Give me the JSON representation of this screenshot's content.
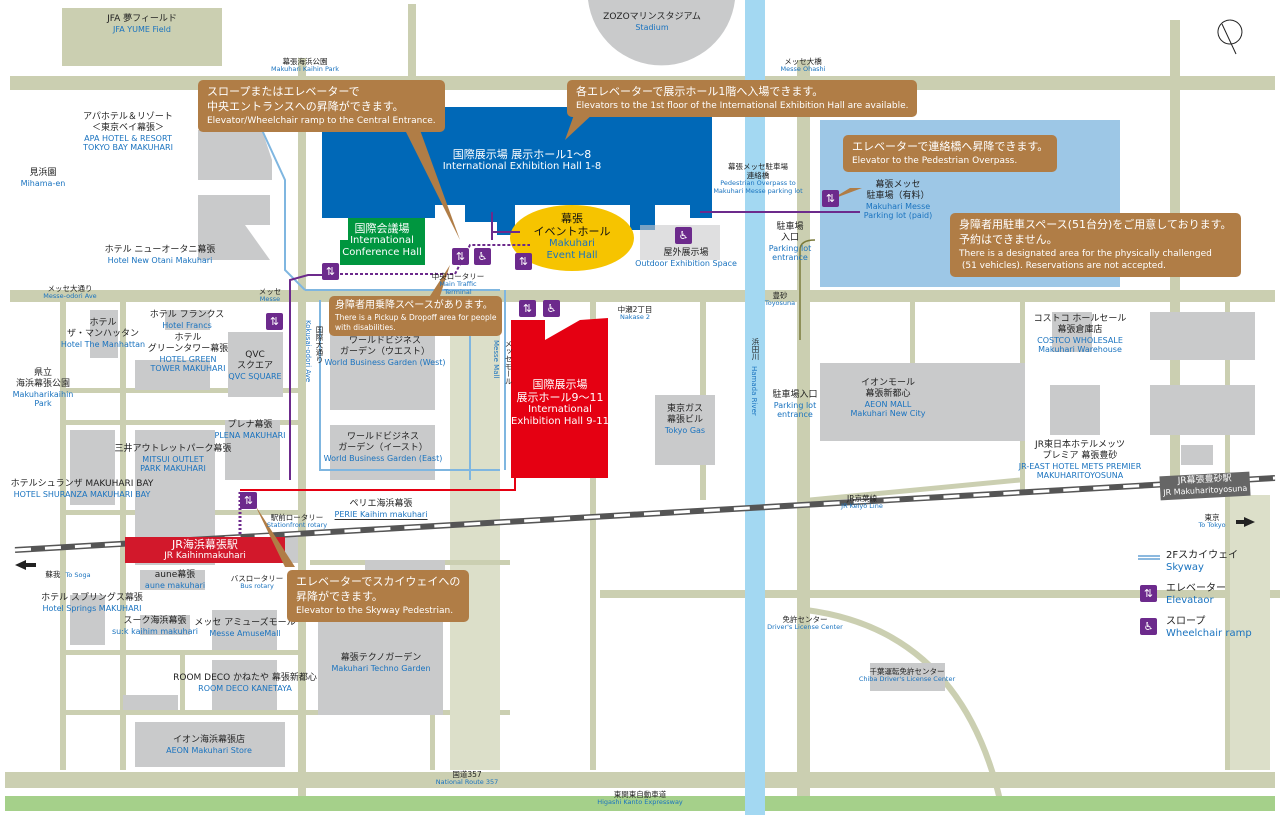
{
  "places": [
    {
      "jp": "JFA 夢フィールド",
      "en": "JFA YUME Field"
    },
    {
      "jp": "ZOZOマリンスタジアム",
      "en": "Stadium"
    },
    {
      "jp": "幕張海浜公園",
      "en": "Makuhari Kaihin Park"
    },
    {
      "jp": "メッセ大橋",
      "en": "Messe Ohashi"
    },
    {
      "jp": "アパホテル＆リゾート\n＜東京ベイ幕張＞",
      "en": "APA HOTEL & RESORT\nTOKYO BAY MAKUHARI"
    },
    {
      "jp": "見浜園",
      "en": "Mihama-en"
    },
    {
      "jp": "ホテル ニューオータニ幕張",
      "en": "Hotel New Otani Makuhari"
    },
    {
      "jp": "メッセ大通り",
      "en": "Messe-odori Ave"
    },
    {
      "jp": "メッセ",
      "en": "Messe"
    },
    {
      "jp": "ホテル\nザ・マンハッタン",
      "en": "Hotel The Manhattan"
    },
    {
      "jp": "ホテル フランクス",
      "en": "Hotel Francs"
    },
    {
      "jp": "ホテル\nグリーンタワー幕張",
      "en": "HOTEL GREEN\nTOWER MAKUHARI"
    },
    {
      "jp": "QVC\nスクエア",
      "en": "QVC SQUARE"
    },
    {
      "jp": "国際大通り",
      "en": "Kokusai-odori Ave"
    },
    {
      "jp": "ワールドビジネス\nガーデン（ウエスト）",
      "en": "World Business Garden (West)"
    },
    {
      "jp": "県立\n海浜幕張公園",
      "en": "Makuharikaihin\nPark"
    },
    {
      "jp": "プレナ幕張",
      "en": "PLENA MAKUHARI"
    },
    {
      "jp": "三井アウトレットパーク幕張",
      "en": "MITSUI OUTLET\nPARK MAKUHARI"
    },
    {
      "jp": "ワールドビジネス\nガーデン（イースト）",
      "en": "World Business Garden (East)"
    },
    {
      "jp": "ホテルシュランザ MAKUHARI BAY",
      "en": "HOTEL SHURANZA MAKUHARI BAY"
    },
    {
      "jp": "メッセモール",
      "en": "Messe Mall"
    },
    {
      "jp": "中央ロータリー",
      "en": "Main Traffic\nTerminal"
    },
    {
      "jp": "中瀬2丁目",
      "en": "Nakase 2"
    },
    {
      "jp": "屋外展示場",
      "en": "Outdoor Exhibition Space"
    },
    {
      "jp": "幕張メッセ駐車場\n連絡橋",
      "en": "Pedestrian Overpass to\nMakuhari Messe parking lot"
    },
    {
      "jp": "幕張メッセ\n駐車場（有料）",
      "en": "Makuhari Messe\nParking lot (paid)"
    },
    {
      "jp": "駐車場\n入口",
      "en": "Parking lot\nentrance"
    },
    {
      "jp": "豊砂",
      "en": "Toyosuna"
    },
    {
      "jp": "東京ガス\n幕張ビル",
      "en": "Tokyo Gas"
    },
    {
      "jp": "浜田川",
      "en": "Hamada River"
    },
    {
      "jp": "駐車場入口",
      "en": "Parking lot\nentrance"
    },
    {
      "jp": "イオンモール\n幕張新都心",
      "en": "AEON MALL\nMakuhari New City"
    },
    {
      "jp": "コストコ ホールセール\n幕張倉庫店",
      "en": "COSTCO WHOLESALE\nMakuhari Warehouse"
    },
    {
      "jp": "JR東日本ホテルメッツ\nプレミア 幕張豊砂",
      "en": "JR-EAST HOTEL METS PREMIER\nMAKUHARITOYOSUNA"
    },
    {
      "jp": "JR京葉線",
      "en": "JR Keiyō Line"
    },
    {
      "jp": "東京",
      "en": "To Tokyo"
    },
    {
      "jp": "ペリエ海浜幕張",
      "en": "PERIE Kaihim makuhari"
    },
    {
      "jp": "駅前ロータリー",
      "en": "Stationfront rotary"
    },
    {
      "jp": "蘇我",
      "en": "To Soga"
    },
    {
      "jp": "aune幕張",
      "en": "aune makuhari"
    },
    {
      "jp": "バスロータリー",
      "en": "Bus rotary"
    },
    {
      "jp": "ホテル スプリングス幕張",
      "en": "Hotel Springs MAKUHARI"
    },
    {
      "jp": "スーク海浜幕張",
      "en": "su:k kaihim makuhari"
    },
    {
      "jp": "メッセ アミューズモール",
      "en": "Messe AmuseMall"
    },
    {
      "jp": "幕張テクノガーデン",
      "en": "Makuhari Techno Garden"
    },
    {
      "jp": "ROOM DECO かねたや 幕張新都心",
      "en": "ROOM DECO KANETAYA"
    },
    {
      "jp": "イオン海浜幕張店",
      "en": "AEON Makuhari Store"
    },
    {
      "jp": "免許センター",
      "en": "Driver's License Center"
    },
    {
      "jp": "千葉運転免許センター",
      "en": "Chiba Driver's License Center"
    },
    {
      "jp": "国道357",
      "en": "National Route 357"
    },
    {
      "jp": "東関東自動車道",
      "en": "Higashi Kanto Expressway"
    }
  ],
  "halls": {
    "hall1_8": {
      "jp": "国際展示場 展示ホール1～8",
      "en": "International Exhibition Hall 1-8"
    },
    "conference": {
      "jp": "国際会議場",
      "en": "International\nConference Hall"
    },
    "event": {
      "jp": "幕張\nイベントホール",
      "en": "Makuhari\nEvent Hall"
    },
    "hall9_11": {
      "jp": "国際展示場\n展示ホール9～11",
      "en": "International\nExhibition Hall 9-11"
    }
  },
  "stations": {
    "kaihin": {
      "jp": "JR海浜幕張駅",
      "en": "JR Kaihinmakuhari"
    },
    "toyosuna": {
      "jp": "JR幕張豊砂駅",
      "en": "JR Makuharitoyosuna"
    }
  },
  "callouts": [
    {
      "jp": "スロープまたはエレベーターで\n中央エントランスへの昇降ができます。",
      "en": "Elevator/Wheelchair ramp to the Central Entrance."
    },
    {
      "jp": "各エレベーターで展示ホール1階へ入場できます。",
      "en": "Elevators to the 1st floor of the International Exhibition Hall are available."
    },
    {
      "jp": "エレベーターで連絡橋へ昇降できます。",
      "en": "Elevator to the Pedestrian Overpass."
    },
    {
      "jp": "身障者用駐車スペース(51台分)をご用意しております。\n予約はできません。",
      "en": "There is a designated area for the physically challenged\n (51 vehicles). Reservations are not accepted."
    },
    {
      "jp": "身障者用乗降スペースがあります。",
      "en": "There is a Pickup & Dropoff area for people\nwith disabilities."
    },
    {
      "jp": "エレベーターでスカイウェイへの\n昇降ができます。",
      "en": "Elevator to the Skyway Pedestrian."
    }
  ],
  "legend": [
    {
      "jp": "2Fスカイウェイ",
      "en": "Skyway",
      "icon": "skyway-line-icon"
    },
    {
      "jp": "エレベーター",
      "en": "Elevataor",
      "icon": "elevator-icon"
    },
    {
      "jp": "スロープ",
      "en": "Wheelchair ramp",
      "icon": "wheelchair-icon"
    }
  ],
  "colors": {
    "road": "#cbcfb1",
    "river": "#a3d8f2",
    "building": "#c9cacb",
    "hall_blue": "#0068b7",
    "conference_green": "#00963f",
    "event_yellow": "#f6c400",
    "hall_red": "#e50012",
    "station_red": "#d2182b",
    "callout": "#b07d46",
    "accessibility_purple": "#6c2a8c",
    "parking_blue": "#9dc7e6",
    "expressway": "#a5d08a",
    "text_blue": "#1a73bf"
  }
}
